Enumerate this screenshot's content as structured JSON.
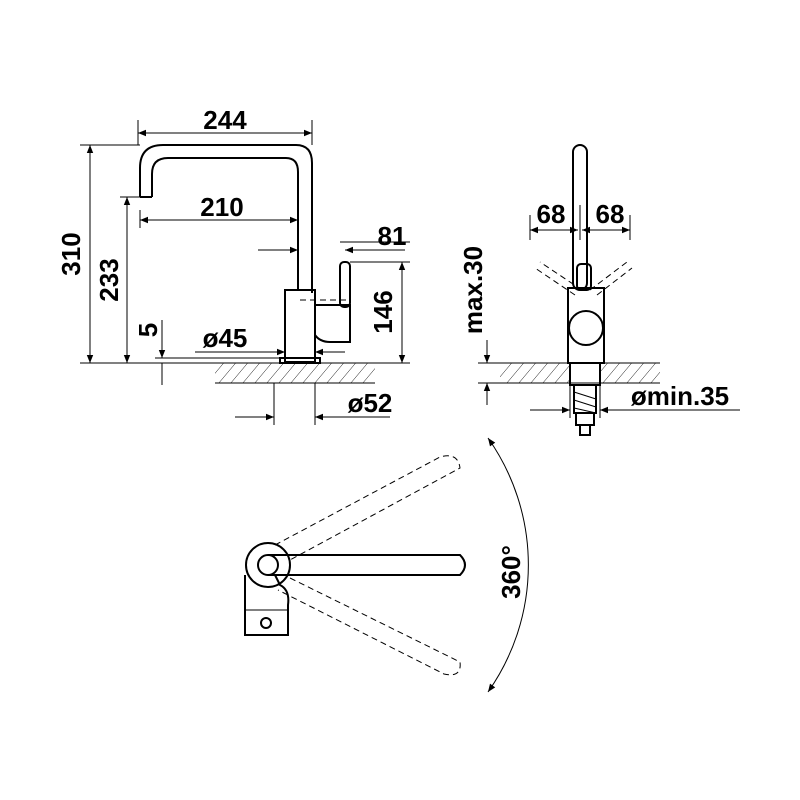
{
  "dimensions": {
    "side_view": {
      "overall_width": "244",
      "spout_reach": "210",
      "overall_height": "310",
      "spout_height": "233",
      "offset_81": "81",
      "body_height": "146",
      "base_5": "5",
      "diameter_45": "ø45",
      "diameter_52": "ø52"
    },
    "front_view": {
      "left_swing": "68",
      "right_swing": "68",
      "max_thickness": "max.30",
      "hole_diameter": "ømin.35"
    },
    "top_view": {
      "rotation": "360°"
    }
  }
}
